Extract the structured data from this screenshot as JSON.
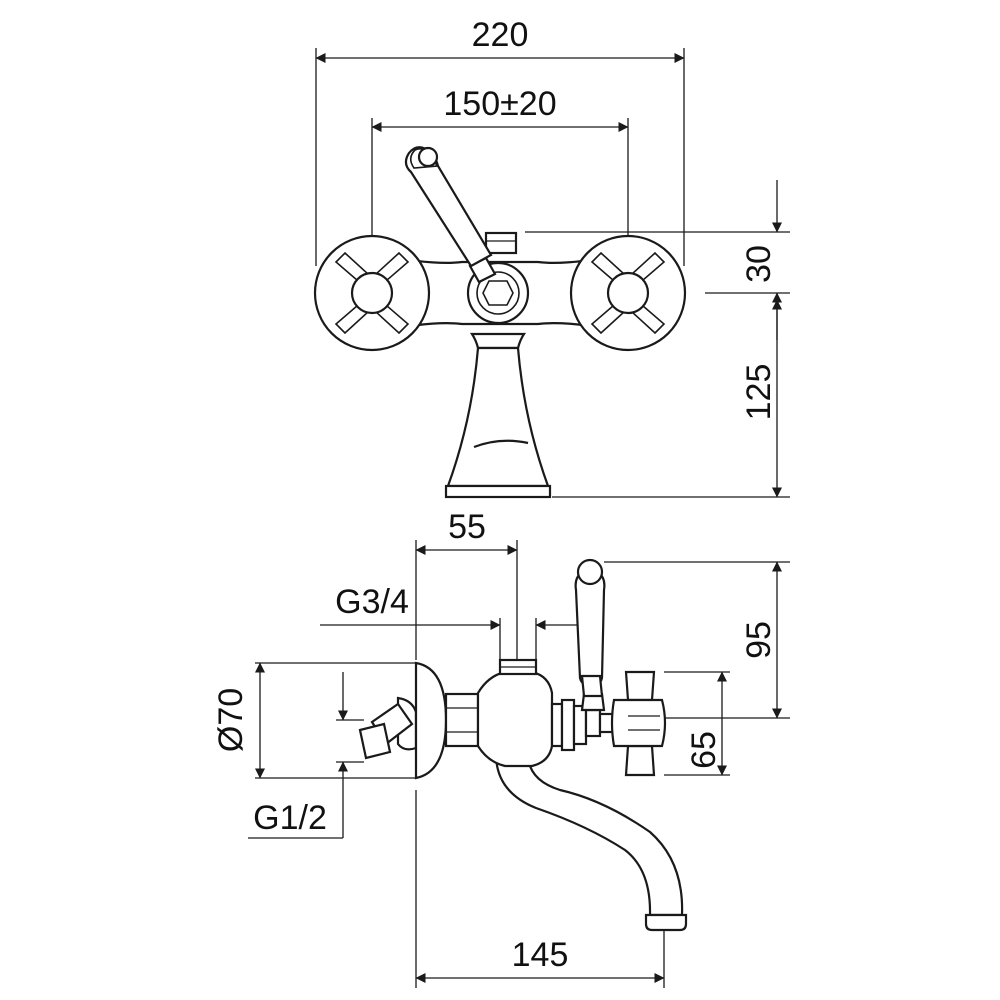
{
  "drawing": {
    "front_view": {
      "dim_total_width": "220",
      "dim_centers": "150±20",
      "dim_top_height": "30",
      "dim_body_height": "125"
    },
    "side_view": {
      "dim_offset": "55",
      "dim_inlet_thread": "G3/4",
      "dim_rosette_diameter": "Ø70",
      "dim_wall_thread": "G1/2",
      "dim_lever_height": "95",
      "dim_handle_height": "65",
      "dim_spout_projection": "145"
    }
  }
}
